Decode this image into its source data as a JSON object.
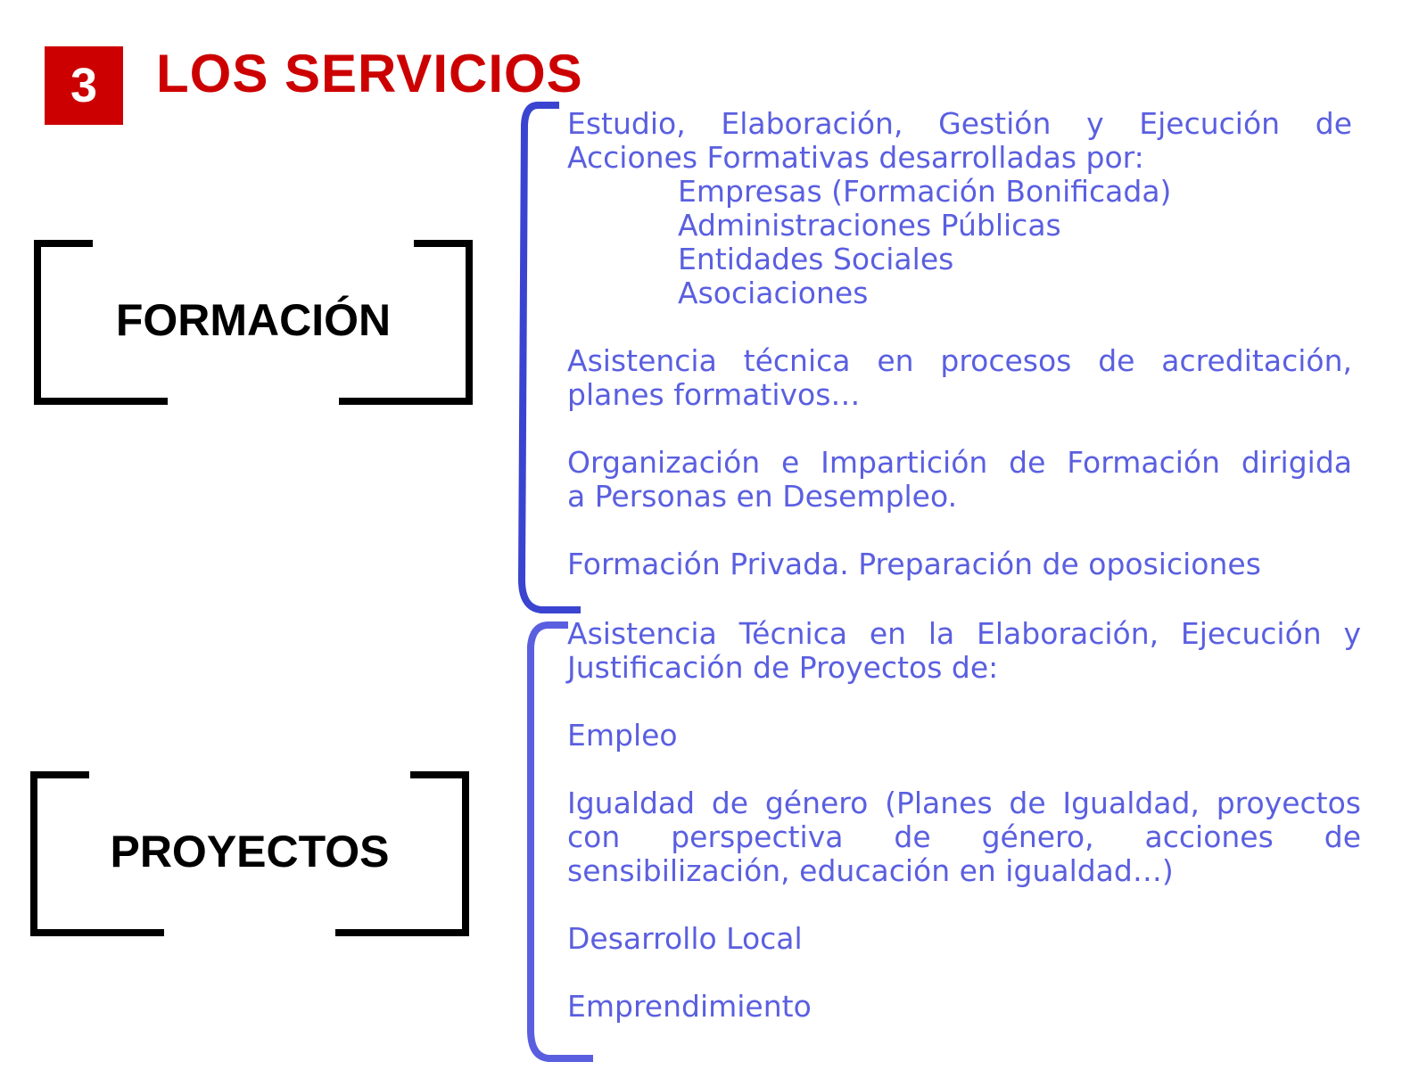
{
  "header": {
    "number": "3",
    "title": "LOS SERVICIOS"
  },
  "sections": [
    {
      "label": "FORMACIÓN",
      "items": [
        {
          "lines": [
            "Estudio, Elaboración, Gestión y Ejecución de",
            "Acciones Formativas desarrolladas por:"
          ]
        },
        {
          "indented": [
            "Empresas (Formación Bonificada)",
            "Administraciones Públicas",
            "Entidades Sociales",
            "Asociaciones"
          ]
        },
        {
          "lines": [
            "Asistencia técnica en procesos de acreditación,",
            "planes formativos…"
          ]
        },
        {
          "lines": [
            "Organización e Impartición de Formación dirigida",
            "a Personas en Desempleo."
          ]
        },
        {
          "lines": [
            "Formación Privada. Preparación de oposiciones"
          ]
        }
      ]
    },
    {
      "label": "PROYECTOS",
      "items": [
        {
          "lines": [
            "Asistencia Técnica en la Elaboración, Ejecución y",
            "Justificación de Proyectos de:"
          ]
        },
        {
          "lines": [
            "Empleo"
          ]
        },
        {
          "lines": [
            "Igualdad de género (Planes de Igualdad, proyectos",
            "con perspectiva de género, acciones de",
            "sensibilización, educación en igualdad…)"
          ]
        },
        {
          "lines": [
            "Desarrollo Local"
          ]
        },
        {
          "lines": [
            "Emprendimiento"
          ]
        }
      ]
    }
  ],
  "colors": {
    "accent": "#cc0000",
    "text_blue": "#5a5fe0",
    "bracket_blue": "#3a44d0"
  }
}
